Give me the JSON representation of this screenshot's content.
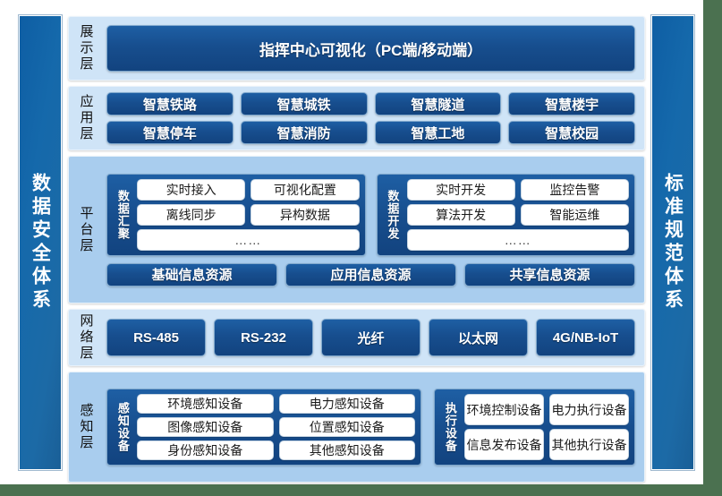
{
  "sides": {
    "left": {
      "label": "数据安全体系"
    },
    "right": {
      "label": "标准规范体系"
    }
  },
  "layers": {
    "display": {
      "label": "展示层",
      "items": [
        "指挥中心可视化（PC端/移动端）"
      ]
    },
    "application": {
      "label": "应用层",
      "items": [
        "智慧铁路",
        "智慧城铁",
        "智慧隧道",
        "智慧楼宇",
        "智慧停车",
        "智慧消防",
        "智慧工地",
        "智慧校园"
      ]
    },
    "platform": {
      "label": "平台层",
      "groups": [
        {
          "label": "数据汇聚",
          "items": [
            "实时接入",
            "可视化配置",
            "离线同步",
            "异构数据"
          ],
          "more": "……"
        },
        {
          "label": "数据开发",
          "items": [
            "实时开发",
            "监控告警",
            "算法开发",
            "智能运维"
          ],
          "more": "……"
        }
      ],
      "resources": [
        "基础信息资源",
        "应用信息资源",
        "共享信息资源"
      ]
    },
    "network": {
      "label": "网络层",
      "items": [
        "RS-485",
        "RS-232",
        "光纤",
        "以太网",
        "4G/NB-IoT"
      ]
    },
    "sensing": {
      "label": "感知层",
      "groups": [
        {
          "label": "感知设备",
          "items": [
            "环境感知设备",
            "电力感知设备",
            "图像感知设备",
            "位置感知设备",
            "身份感知设备",
            "其他感知设备"
          ]
        },
        {
          "label": "执行设备",
          "items": [
            "环境控制设备",
            "电力执行设备",
            "信息发布设备",
            "其他执行设备"
          ]
        }
      ]
    }
  },
  "colors": {
    "page_background": "#4b7150",
    "canvas": "#ffffff",
    "pillar_blue": "#15609f",
    "layer_light": "#cfe4f7",
    "layer_mid": "#a9cdee",
    "pill_dark": "#174e8e",
    "pill_white": "#ffffff"
  }
}
